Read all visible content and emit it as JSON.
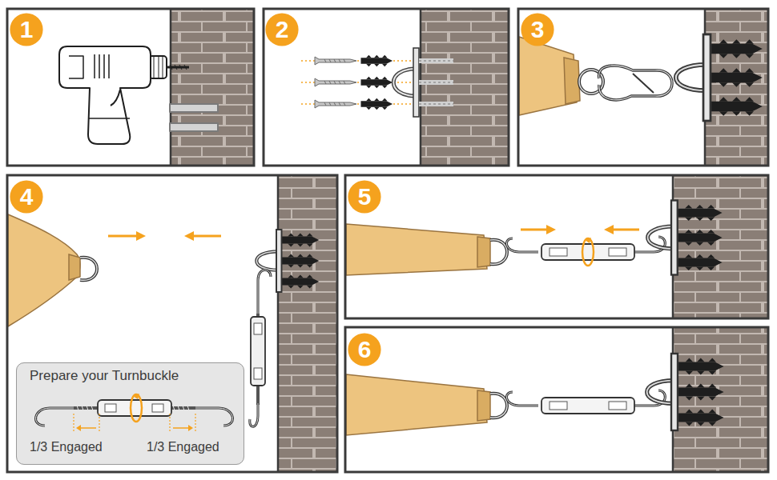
{
  "diagram": {
    "nodes": [
      {
        "text": [
          "1"
        ]
      },
      {
        "text": [
          "2"
        ]
      },
      {
        "text": [
          "3"
        ]
      },
      {
        "text": [
          "4"
        ]
      },
      {
        "text": [
          "Prepare your Turnbuckle",
          "1/3 Engaged",
          "1/3 Engaged"
        ]
      },
      {
        "text": [
          "5"
        ]
      },
      {
        "text": [
          "6"
        ]
      }
    ]
  }
}
